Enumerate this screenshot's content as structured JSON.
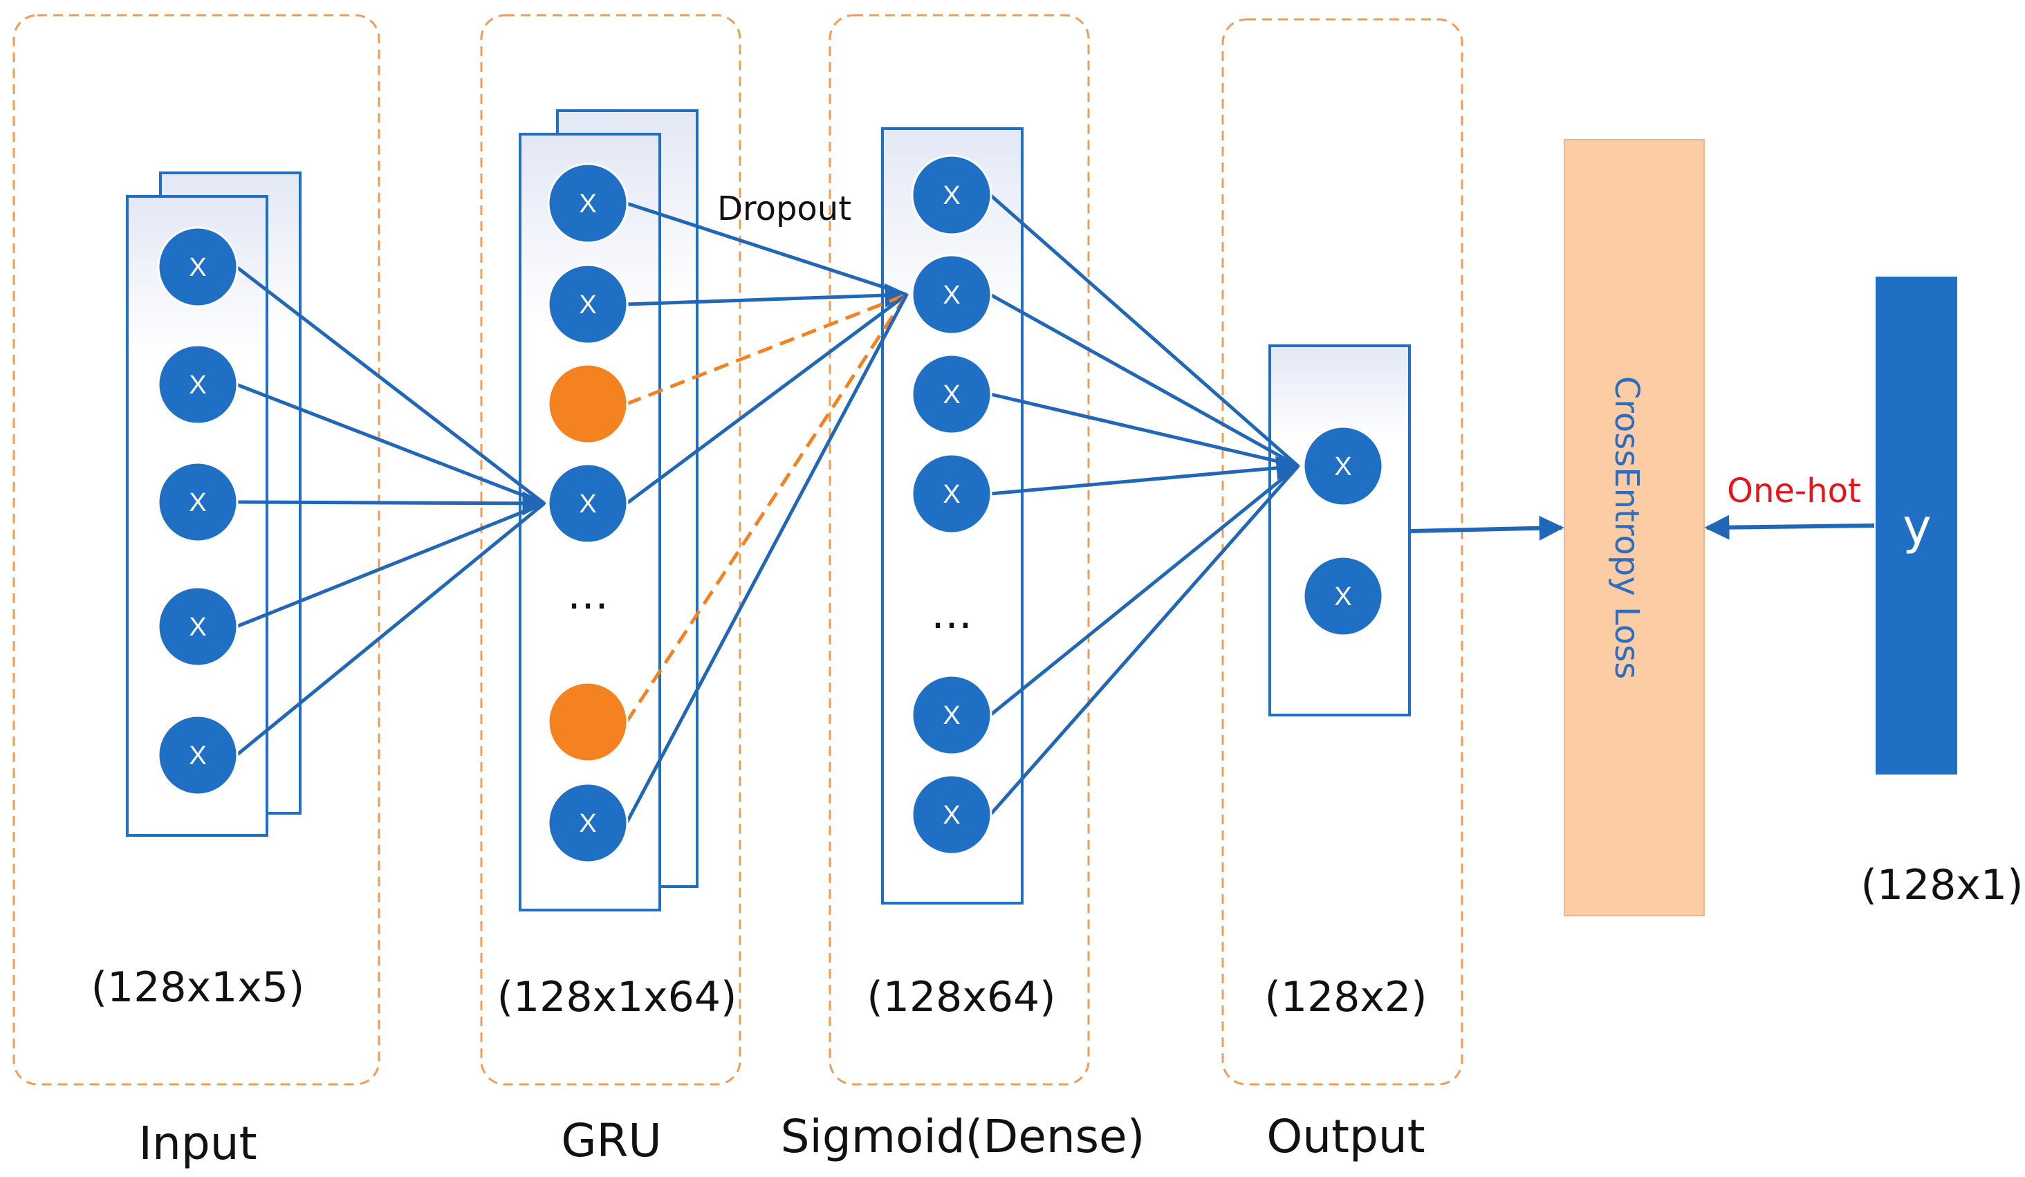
{
  "stages": [
    {
      "id": "input",
      "name": "Input",
      "dims": "(128x1x5)"
    },
    {
      "id": "gru",
      "name": "GRU",
      "dims": "(128x1x64)"
    },
    {
      "id": "dense",
      "name": "Sigmoid(Dense)",
      "dims": "(128x64)"
    },
    {
      "id": "output",
      "name": "Output",
      "dims": "(128x2)"
    }
  ],
  "node_symbol": "X",
  "ellipsis": "…",
  "dropout_label": "Dropout",
  "loss_label": "CrossEntropy Loss",
  "onehot_label": "One-hot",
  "target": {
    "label": "y",
    "dims": "(128x1)"
  },
  "colors": {
    "node": "#1f6fc5",
    "dropped_node": "#f58220",
    "edge": "#2167b8",
    "dashed_edge": "#f58220",
    "group_border": "#f29b55",
    "loss_fill": "#fccca5",
    "target_fill": "#1f6fc5",
    "onehot_text": "#e8141b",
    "loss_text": "#2e6cc0"
  }
}
